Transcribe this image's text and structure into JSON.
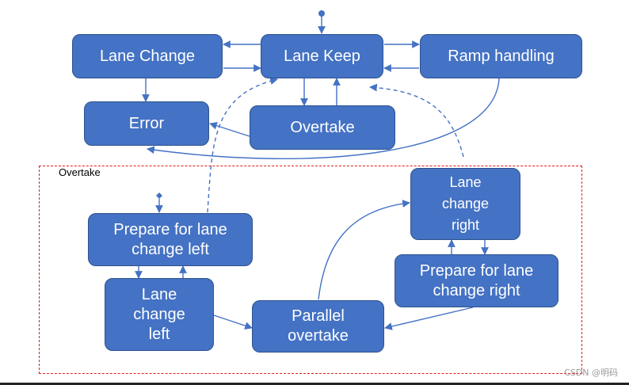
{
  "states": {
    "lane_change": "Lane Change",
    "lane_keep": "Lane Keep",
    "ramp_handling": "Ramp handling",
    "error": "Error",
    "overtake": "Overtake",
    "prepare_left": "Prepare for lane\nchange left",
    "lane_change_left": "Lane\nchange\nleft",
    "parallel_overtake": "Parallel\novertake",
    "lane_change_right": "Lane\nchange\nright",
    "prepare_right": "Prepare for lane\nchange right"
  },
  "overtake_region": {
    "label": "Overtake"
  },
  "watermark": "CSDN @明码",
  "colors": {
    "node_fill": "#4472c4",
    "node_border": "#2f528f",
    "node_text": "#ffffff",
    "region_border": "#e31a1c"
  }
}
